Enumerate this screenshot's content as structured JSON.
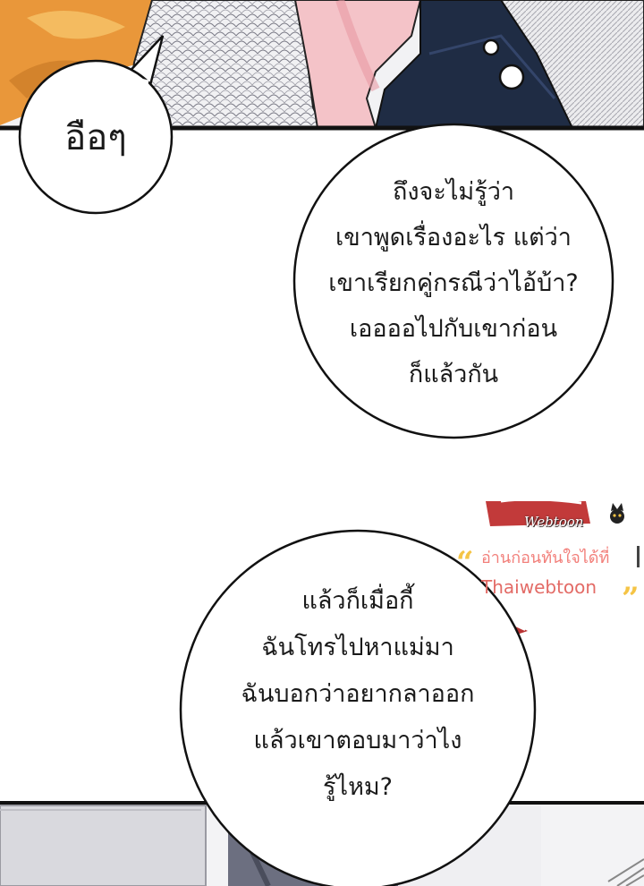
{
  "bubbles": [
    {
      "lines": [
        "อือๆ"
      ]
    },
    {
      "lines": [
        "ถึงจะไม่รู้ว่า",
        "เขาพูดเรื่องอะไร แต่ว่า",
        "เขาเรียกคู่กรณีว่าไอ้บ้า?",
        "เออออไปกับเขาก่อน",
        "ก็แล้วกัน"
      ]
    },
    {
      "lines": [
        "แล้วก็เมื่อกี้",
        "ฉันโทรไปหาแม่มา",
        "ฉันบอกว่าอยากลาออก",
        "แล้วเขาตอบมาว่าไง",
        "รู้ไหม?"
      ]
    }
  ],
  "watermark": {
    "logo": "Webtoon",
    "tagline": "อ่านก่อนทันใจได้ที่",
    "site": "Thaiwebtoon"
  },
  "colors": {
    "panel_border": "#111111",
    "skin": "#f4c7cc",
    "clothing_dark": "#1f2c44",
    "hair": "#e99a3a",
    "watermark": "#e36b66"
  }
}
